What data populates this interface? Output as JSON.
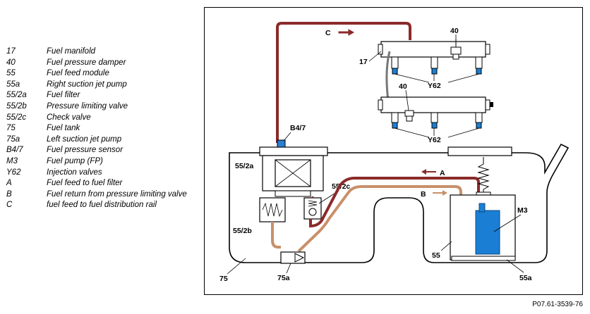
{
  "legend": [
    {
      "code": "17",
      "description": "Fuel manifold"
    },
    {
      "code": "40",
      "description": "Fuel pressure damper"
    },
    {
      "code": "55",
      "description": "Fuel feed module"
    },
    {
      "code": "55a",
      "description": "Right suction jet pump"
    },
    {
      "code": "55/2a",
      "description": "Fuel filter"
    },
    {
      "code": "55/2b",
      "description": "Pressure limiting valve"
    },
    {
      "code": "55/2c",
      "description": "Check valve"
    },
    {
      "code": "75",
      "description": "Fuel tank"
    },
    {
      "code": "75a",
      "description": "Left suction jet pump"
    },
    {
      "code": "B4/7",
      "description": "Fuel pressure sensor"
    },
    {
      "code": "M3",
      "description": "Fuel pump (FP)"
    },
    {
      "code": "Y62",
      "description": "Injection valves"
    },
    {
      "code": "A",
      "description": "Fuel feed to fuel filter"
    },
    {
      "code": "B",
      "description": "Fuel return from pressure limiting valve"
    },
    {
      "code": "C",
      "description": "fuel feed to fuel distribution rail"
    }
  ],
  "diagram": {
    "labels": {
      "c": "C",
      "r40_top": "40",
      "r17": "17",
      "y62_top": "Y62",
      "r40_bottom": "40",
      "y62_bottom": "Y62",
      "b47": "B4/7",
      "r55_2a": "55/2a",
      "r55_2c": "55/2c",
      "a": "A",
      "b": "B",
      "m3": "M3",
      "r55_2b": "55/2b",
      "r55": "55",
      "r75": "75",
      "r75a": "75a",
      "r55a": "55a"
    },
    "colors": {
      "feed_line": "#8b2a2a",
      "return_line": "#c8906a",
      "pump": "#1a7fd4",
      "sensor": "#2a7fd0"
    }
  },
  "document_reference": "P07.61-3539-76"
}
